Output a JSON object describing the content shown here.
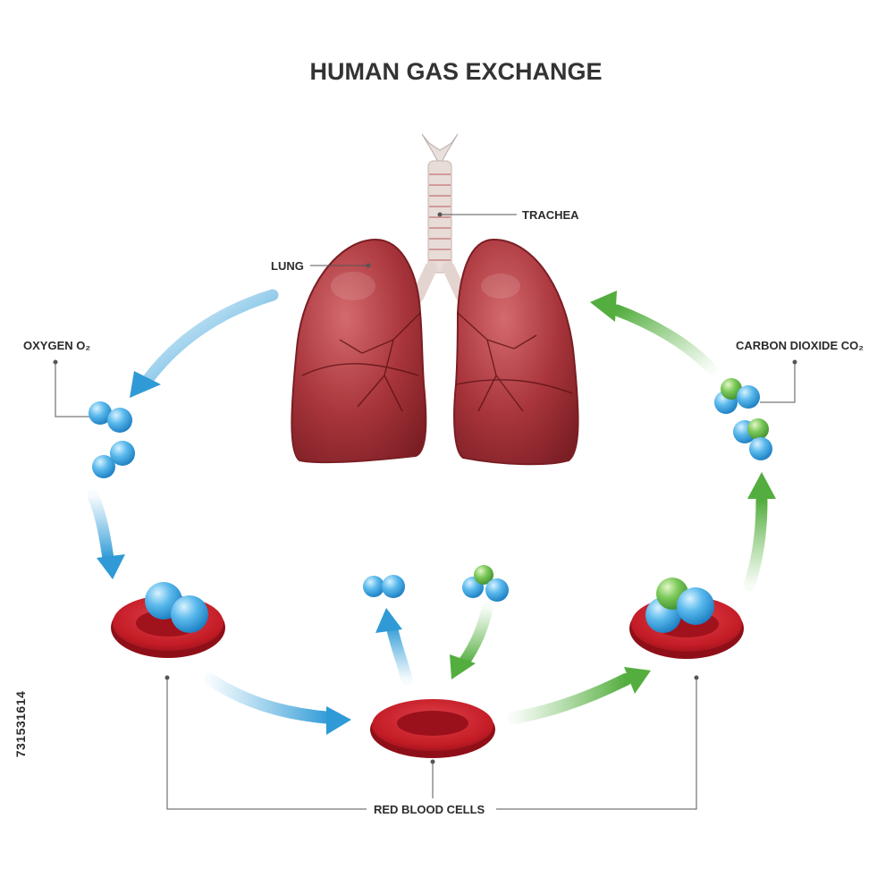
{
  "title": "HUMAN GAS EXCHANGE",
  "labels": {
    "trachea": "TRACHEA",
    "lung": "LUNG",
    "oxygen": "OXYGEN O₂",
    "carbon_dioxide": "CARBON DIOXIDE CO₂",
    "red_blood_cells": "RED BLOOD CELLS"
  },
  "side_id": "731531614",
  "colors": {
    "oxygen_arrow": "#45a9dd",
    "co2_arrow": "#6dbd5a",
    "oxygen_molecule": "#3aa5e0",
    "co2_carbon_atom": "#6cc24a",
    "lung": "#a7333a",
    "red_blood_cell": "#c8202a",
    "trachea": "#e8e0dc"
  }
}
